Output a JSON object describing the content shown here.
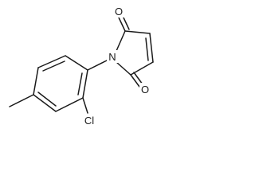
{
  "atoms": {
    "o_top": "O",
    "o_bottom": "O",
    "n": "N",
    "cl": "Cl"
  }
}
